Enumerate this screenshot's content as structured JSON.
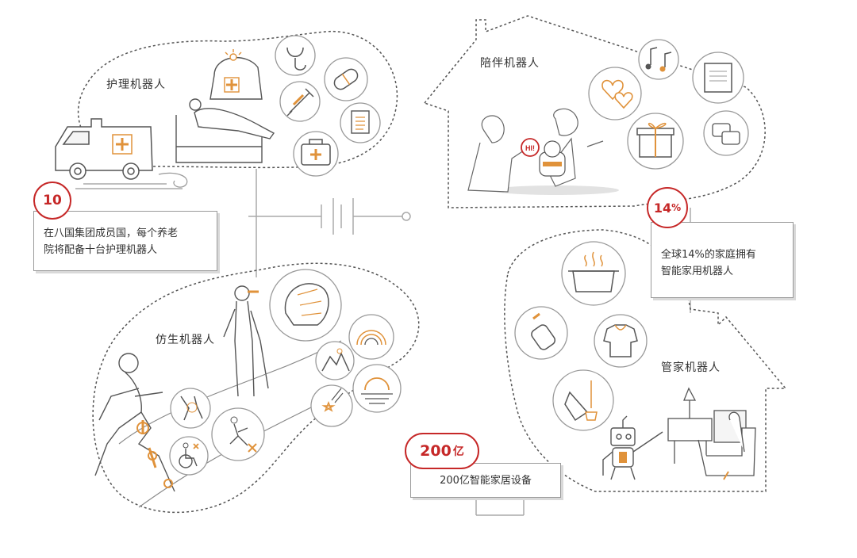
{
  "labels": {
    "nursing": "护理机器人",
    "companion": "陪伴机器人",
    "bionic": "仿生机器人",
    "housekeeping": "管家机器人"
  },
  "stats": {
    "nursing": {
      "value": "10",
      "text_line1": "在八国集团成员国，每个养老",
      "text_line2": "院将配备十台护理机器人"
    },
    "household": {
      "value": "14",
      "unit": "%",
      "text_line1": "全球14%的家庭拥有",
      "text_line2": "智能家用机器人"
    },
    "smart_home": {
      "value": "200",
      "unit": "亿",
      "text": "200亿智能家居设备"
    }
  },
  "hi_text": "HI!",
  "colors": {
    "accent": "#c62828",
    "orange": "#e0923a",
    "line": "#555555",
    "light": "#9a9a9a"
  },
  "icons": {
    "nursing": [
      "stethoscope-icon",
      "pill-icon",
      "syringe-icon",
      "clipboard-icon",
      "medical-kit-icon",
      "ambulance-icon",
      "hospital-bed-icon"
    ],
    "companion": [
      "music-notes-icon",
      "book-icon",
      "hearts-icon",
      "gift-icon",
      "chat-bubble-icon",
      "robot-icon"
    ],
    "housekeeping": [
      "cooking-pot-icon",
      "baby-bottle-icon",
      "shirt-icon",
      "dustpan-icon",
      "housekeeping-robot-icon"
    ],
    "bionic": [
      "robotic-brain-icon",
      "rainbow-icon",
      "mountain-icon",
      "sunset-icon",
      "shooting-star-icon",
      "knee-joint-icon",
      "falling-person-icon",
      "wheelchair-icon",
      "exoskeleton-runner-icon",
      "blind-person-icon"
    ]
  }
}
